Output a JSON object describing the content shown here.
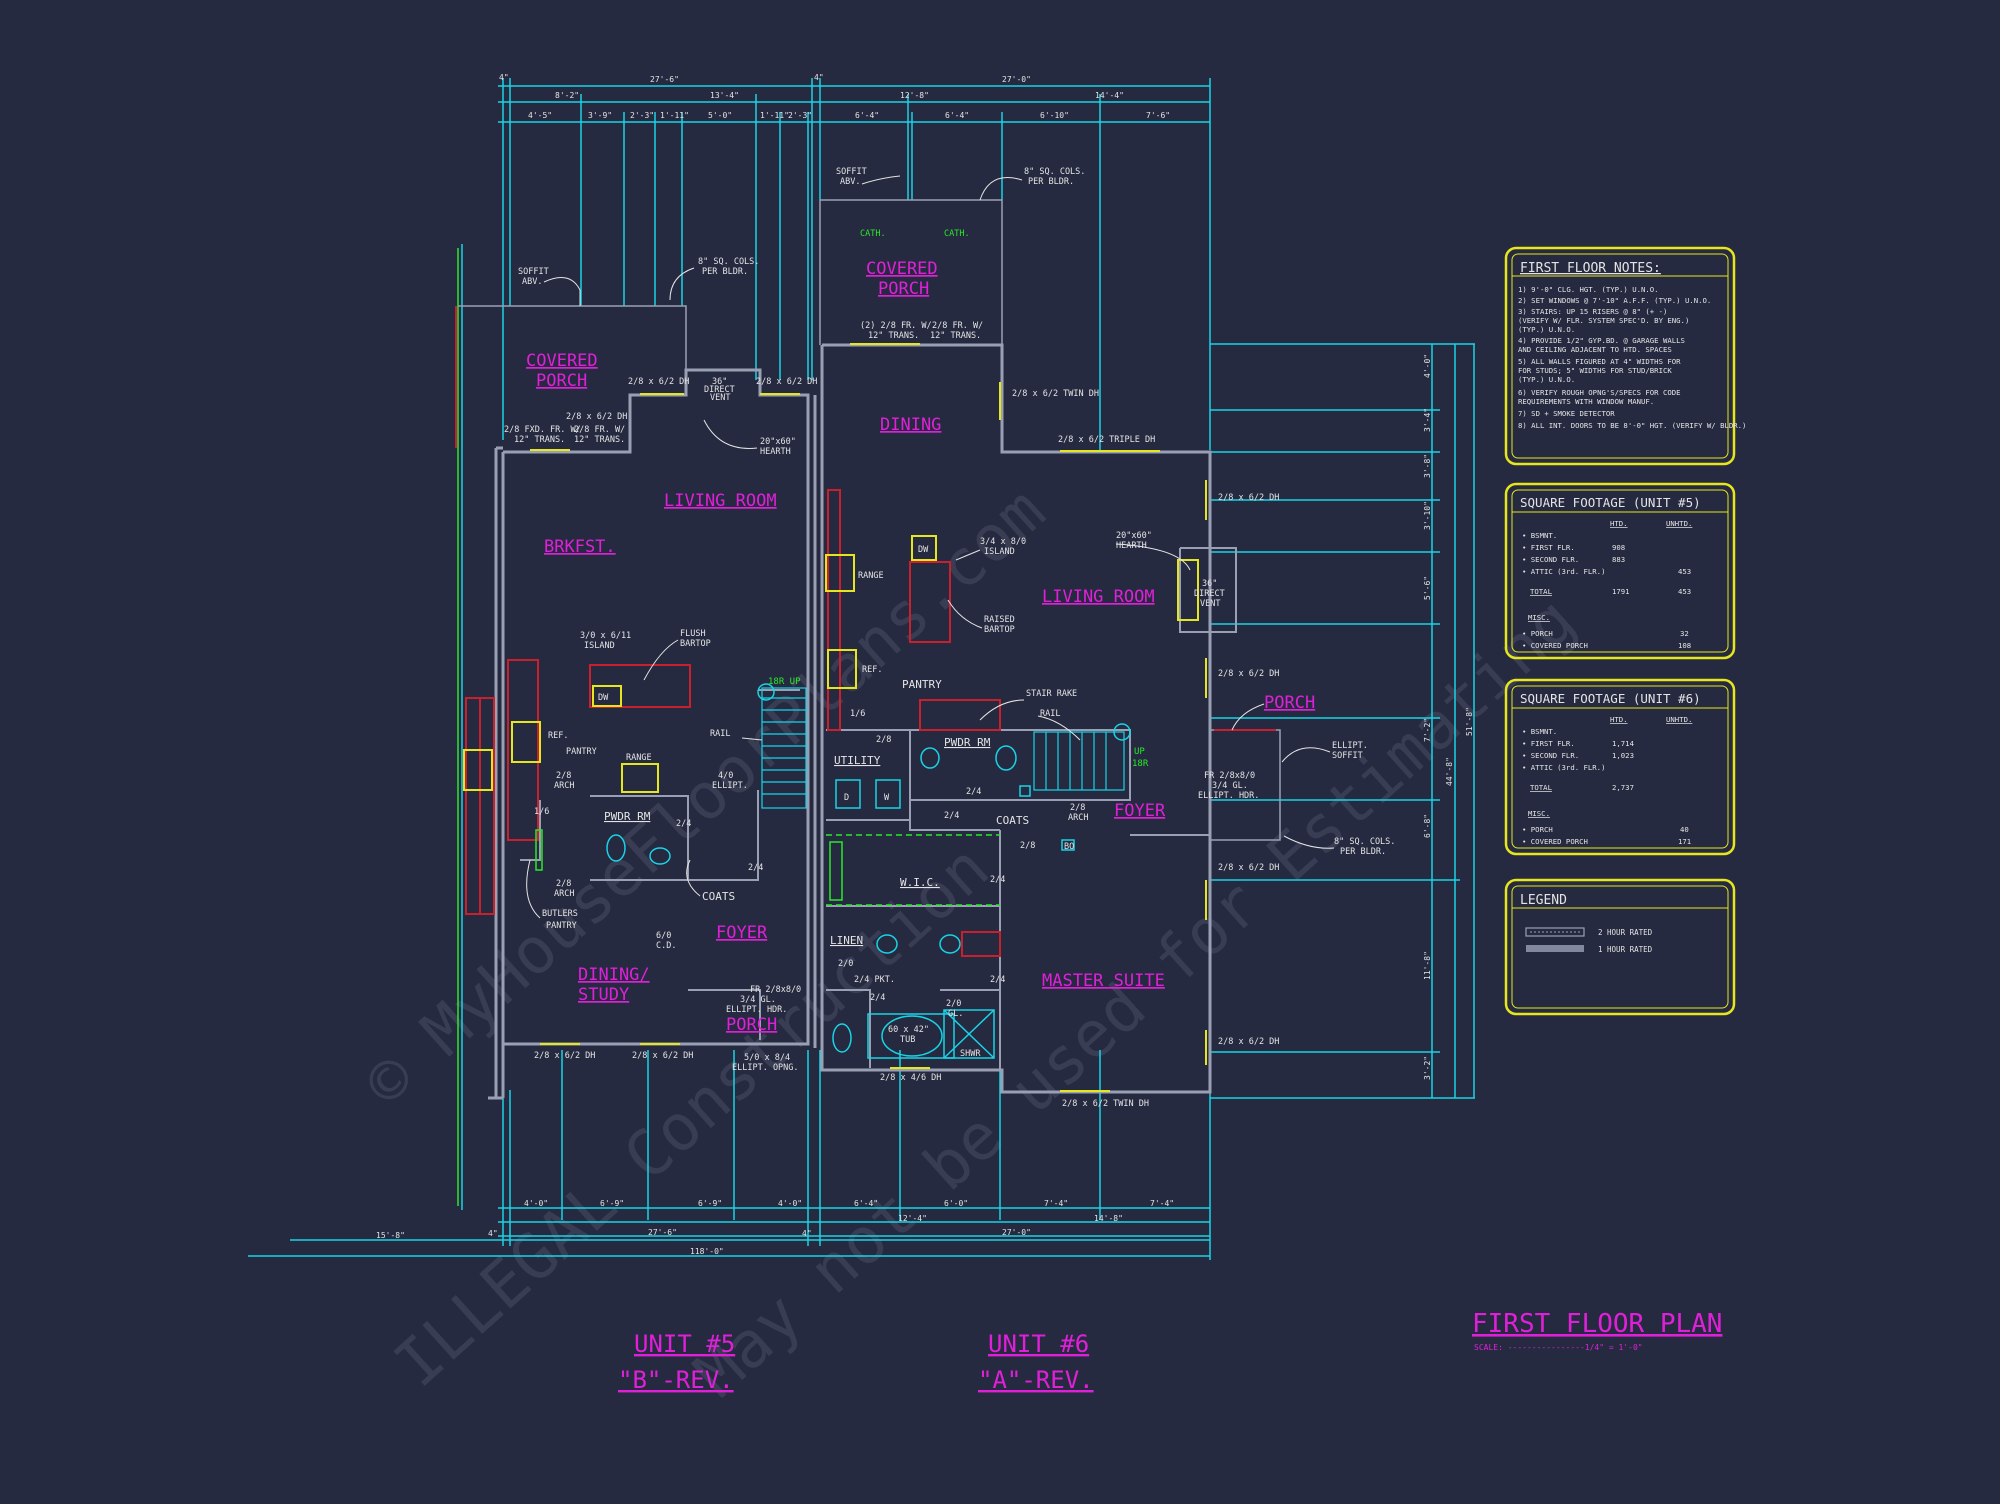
{
  "colors": {
    "background": "#262a40",
    "dimension": "#19d3e6",
    "room_label": "#e020d8",
    "text": "#e4e4e4",
    "wall": "#9aa0b4",
    "highlight": "#e6e61e",
    "stair": "#2ae82a",
    "rated_wall": "#c8202c"
  },
  "watermark": {
    "line1": "© MyHouseFloorPlans.com",
    "line2": "ILLEGAL Construction",
    "line3": "May not be used for Estimating"
  },
  "dimensions": {
    "top_overall_5": "27'-6\"",
    "top_overall_6": "27'-0\"",
    "top_5": [
      "8'-2\"",
      "13'-4\""
    ],
    "top_6": [
      "12'-8\"",
      "14'-4\""
    ],
    "top_detail_5": [
      "4'-5\"",
      "3'-9\"",
      "2'-3\"",
      "1'-11\"",
      "5'-0\"",
      "1'-11\"",
      "2'-3\""
    ],
    "top_detail_6": [
      "6'-4\"",
      "6'-4\"",
      "6'-10\"",
      "7'-6\""
    ],
    "bottom_5": [
      "4'-0\"",
      "6'-9\"",
      "6'-9\"",
      "4'-0\""
    ],
    "bottom_6": [
      "6'-4\"",
      "6'-0\"",
      "7'-4\"",
      "7'-4\""
    ],
    "bottom_sub_6": [
      "12'-4\"",
      "14'-8\""
    ],
    "bottom_overall_5": "27'-6\"",
    "bottom_overall_6": "27'-0\"",
    "bottom_total": "118'-0\"",
    "bottom_left": "15'-8\"",
    "bottom_small": [
      "4\"",
      "4\""
    ],
    "top_small": [
      "4\"",
      "4\""
    ],
    "right_side": [
      "4'-0\"",
      "3'-4\"",
      "3'-8\"",
      "3'-10\"",
      "5'-6\"",
      "7'-2\"",
      "6'-8\"",
      "11'-8\"",
      "3'-2\""
    ],
    "right_sub": "44'-8\"",
    "right_total": "51'-8\""
  },
  "unit5": {
    "rooms": {
      "covered_porch": [
        "COVERED",
        "PORCH"
      ],
      "living_room": "LIVING ROOM",
      "brkfst": "BRKFST.",
      "dining_study": [
        "DINING/",
        "STUDY"
      ],
      "foyer": "FOYER",
      "porch": "PORCH",
      "pwdr_rm": "PWDR RM"
    },
    "notes": {
      "soffit": [
        "SOFFIT",
        "ABV."
      ],
      "cols": [
        "8\" SQ. COLS.",
        "PER BLDR."
      ],
      "win_porch": "2/8 x 6/2 DH",
      "vent": [
        "36\"",
        "DIRECT",
        "VENT"
      ],
      "win_porch2": "2/8 x 6/2 DH",
      "hearth": [
        "20\"x60\"",
        "HEARTH"
      ],
      "win_living": "2/8 x 6/2 DH",
      "fr1": [
        "2/8 FXD. FR. W/",
        "12\" TRANS."
      ],
      "fr2": [
        "2/8 FR. W/",
        "12\" TRANS."
      ],
      "island": [
        "3/0 x 6/11",
        "ISLAND"
      ],
      "bartop": [
        "FLUSH",
        "BARTOP"
      ],
      "dw": "DW",
      "ref": "REF.",
      "pantry": "PANTRY",
      "range": "RANGE",
      "arch1": [
        "2/8",
        "ARCH"
      ],
      "door16": "1/6",
      "rail": "RAIL",
      "ellipt": [
        "4/0",
        "ELLIPT."
      ],
      "stair": "18R UP",
      "door24a": "2/4",
      "door24b": "2/4",
      "coats": "COATS",
      "arch2": [
        "2/8",
        "ARCH"
      ],
      "butlers": [
        "BUTLERS",
        "PANTRY"
      ],
      "cd": [
        "6/0",
        "C.D."
      ],
      "front_door": [
        "FR 2/8x8/0",
        "3/4 GL.",
        "ELLIPT. HDR."
      ],
      "win_b1": "2/8 x 6/2 DH",
      "win_b2": "2/8 x 6/2 DH",
      "ellipt_opng": [
        "5/0 x 8/4",
        "ELLIPT. OPNG."
      ]
    },
    "caption": [
      "UNIT #5",
      "\"B\"-REV."
    ]
  },
  "unit6": {
    "rooms": {
      "covered_porch": [
        "COVERED",
        "PORCH"
      ],
      "dining": "DINING",
      "living_room": "LIVING ROOM",
      "porch": "PORCH",
      "foyer": "FOYER",
      "master": "MASTER SUITE",
      "pwdr_rm": "PWDR RM",
      "utility": "UTILITY",
      "wic": "W.I.C.",
      "linen": "LINEN"
    },
    "notes": {
      "soffit": [
        "SOFFIT",
        "ABV."
      ],
      "cols": [
        "8\" SQ. COLS.",
        "PER BLDR."
      ],
      "cath1": "CATH.",
      "cath2": "CATH.",
      "fr1": [
        "(2) 2/8 FR. W/",
        "12\" TRANS."
      ],
      "fr2": [
        "2/8 FR. W/",
        "12\" TRANS."
      ],
      "win_twin": "2/8 x 6/2 TWIN DH",
      "win_triple": "2/8 x 6/2 TRIPLE DH",
      "range": "RANGE",
      "dw": "DW",
      "island": [
        "3/4 x 8/0",
        "ISLAND"
      ],
      "bartop": [
        "RAISED",
        "BARTOP"
      ],
      "hearth": [
        "20\"x60\"",
        "HEARTH"
      ],
      "vent": [
        "36\"",
        "DIRECT",
        "VENT"
      ],
      "win_r1": "2/8 x 6/2 DH",
      "win_r2": "2/8 x 6/2 DH",
      "win_r3": "2/8 x 6/2 DH",
      "win_r4": "2/8 x 6/2 DH",
      "ref": "REF.",
      "pantry": "PANTRY",
      "stair_rake": "STAIR RAKE",
      "rail": "RAIL",
      "door16": "1/6",
      "door28": "2/8",
      "stair": [
        "UP",
        "18R"
      ],
      "d": "D",
      "w": "W",
      "door24a": "2/4",
      "door24b": "2/4",
      "coats": "COATS",
      "arch": [
        "2/8",
        "ARCH"
      ],
      "door28b": "2/8",
      "bo": "BO",
      "door24c": "2/4",
      "door24d": "2/4",
      "door24e": "2/4",
      "door20": "2/0",
      "pkt": "2/4 PKT.",
      "door20gl": [
        "2/0",
        "GL."
      ],
      "tub": [
        "60 x 42\"",
        "TUB"
      ],
      "shwr": "SHWR",
      "win_bath": "2/8 x 4/6 DH",
      "win_master": "2/8 x 6/2 TWIN DH",
      "front_door": [
        "FR 2/8x8/0",
        "3/4 GL.",
        "ELLIPT. HDR."
      ],
      "ellipt_soffit": [
        "ELLIPT.",
        "SOFFIT"
      ],
      "cols2": [
        "8\" SQ. COLS.",
        "PER BLDR."
      ]
    },
    "caption": [
      "UNIT #6",
      "\"A\"-REV."
    ]
  },
  "notes_panel": {
    "title": "FIRST FLOOR NOTES:",
    "lines": [
      "1) 9'-0\" CLG. HGT. (TYP.) U.N.O.",
      "2) SET WINDOWS @ 7'-10\" A.F.F. (TYP.) U.N.O.",
      "3) STAIRS: UP 15 RISERS @ 8\" (+ -)",
      "   (VERIFY W/ FLR. SYSTEM SPEC'D. BY ENG.)",
      "   (TYP.) U.N.O.",
      "4) PROVIDE 1/2\" GYP.BD. @ GARAGE WALLS",
      "   AND CEILING ADJACENT TO HTD. SPACES",
      "5) ALL WALLS FIGURED AT 4\" WIDTHS FOR",
      "   FOR STUDS; 5\" WIDTHS FOR STUD/BRICK",
      "   (TYP.) U.N.O.",
      "6) VERIFY ROUGH OPNG'S/SPECS FOR CODE",
      "   REQUIREMENTS WITH WINDOW MANUF.",
      "7) SD + SMOKE DETECTOR",
      "8) ALL INT. DOORS TO BE 8'-0\" HGT. (VERIFY W/ BLDR.)"
    ]
  },
  "sqft_panels": [
    {
      "title": "SQUARE FOOTAGE (UNIT #5)",
      "headers": [
        "HTD.",
        "UNHTD."
      ],
      "rows": [
        {
          "label": "• BSMNT.",
          "htd": "",
          "unhtd": ""
        },
        {
          "label": "• FIRST FLR.",
          "htd": "908",
          "unhtd": ""
        },
        {
          "label": "• SECOND FLR.",
          "htd": "883",
          "unhtd": ""
        },
        {
          "label": "• ATTIC (3rd. FLR.)",
          "htd": "",
          "unhtd": "453"
        }
      ],
      "total": {
        "label": "TOTAL",
        "htd": "1791",
        "unhtd": "453"
      },
      "misc_label": "MISC.",
      "misc": [
        {
          "label": "• PORCH",
          "unhtd": "32"
        },
        {
          "label": "• COVERED PORCH",
          "unhtd": "108"
        }
      ]
    },
    {
      "title": "SQUARE FOOTAGE (UNIT #6)",
      "headers": [
        "HTD.",
        "UNHTD."
      ],
      "rows": [
        {
          "label": "• BSMNT.",
          "htd": "",
          "unhtd": ""
        },
        {
          "label": "• FIRST FLR.",
          "htd": "1,714",
          "unhtd": ""
        },
        {
          "label": "• SECOND FLR.",
          "htd": "1,023",
          "unhtd": ""
        },
        {
          "label": "• ATTIC (3rd. FLR.)",
          "htd": "",
          "unhtd": ""
        }
      ],
      "total": {
        "label": "TOTAL",
        "htd": "2,737",
        "unhtd": ""
      },
      "misc_label": "MISC.",
      "misc": [
        {
          "label": "• PORCH",
          "unhtd": "40"
        },
        {
          "label": "• COVERED PORCH",
          "unhtd": "171"
        }
      ]
    }
  ],
  "legend": {
    "title": "LEGEND",
    "items": [
      {
        "label": "2 HOUR RATED"
      },
      {
        "label": "1 HOUR RATED"
      }
    ]
  },
  "plan_title": {
    "title": "FIRST FLOOR PLAN",
    "scale": "SCALE: ----------------1/4\" = 1'-0\""
  }
}
